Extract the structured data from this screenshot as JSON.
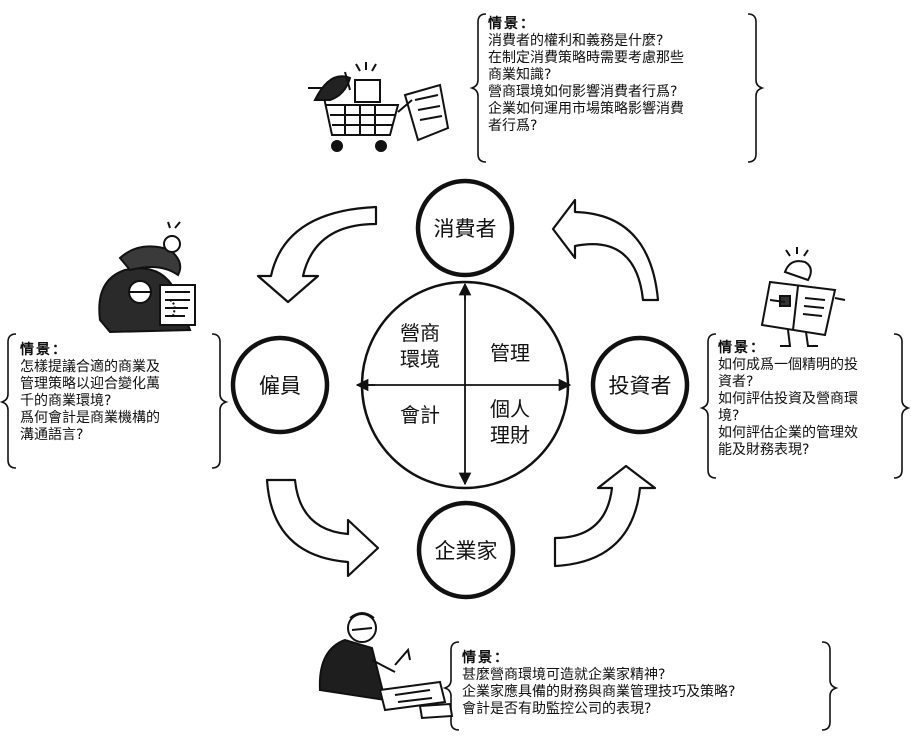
{
  "nodes": {
    "consumer": "消費者",
    "employee": "僱員",
    "investor": "投資者",
    "entrepreneur": "企業家"
  },
  "center": {
    "q1": [
      "營商",
      "環境"
    ],
    "q2": "管理",
    "q3": "會計",
    "q4": [
      "個人",
      "理財"
    ]
  },
  "scenarios": {
    "consumer": {
      "title": "情景：",
      "lines": [
        "消費者的權利和義務是什麼?",
        "在制定消費策略時需要考慮那些",
        "商業知識?",
        "營商環境如何影響消費者行爲?",
        "企業如何運用市場策略影響消費",
        "者行爲?"
      ]
    },
    "employee": {
      "title": "情景：",
      "lines": [
        "怎樣提議合適的商業及",
        "管理策略以迎合變化萬",
        "千的商業環境?",
        "爲何會計是商業機構的",
        "溝通語言?"
      ]
    },
    "investor": {
      "title": "情景：",
      "lines": [
        "如何成爲一個精明的投",
        "資者?",
        "如何評估投資及營商環",
        "境?",
        "如何評估企業的管理效",
        "能及財務表現?"
      ]
    },
    "entrepreneur": {
      "title": "情景：",
      "lines": [
        "甚麼營商環境可造就企業家精神?",
        "企業家應具備的財務與商業管理技巧及策略?",
        "會計是否有助監控公司的表現?"
      ]
    }
  },
  "illustrations": [
    "shopping-cart",
    "office-workers",
    "newspaper-reader",
    "desk-worker"
  ]
}
